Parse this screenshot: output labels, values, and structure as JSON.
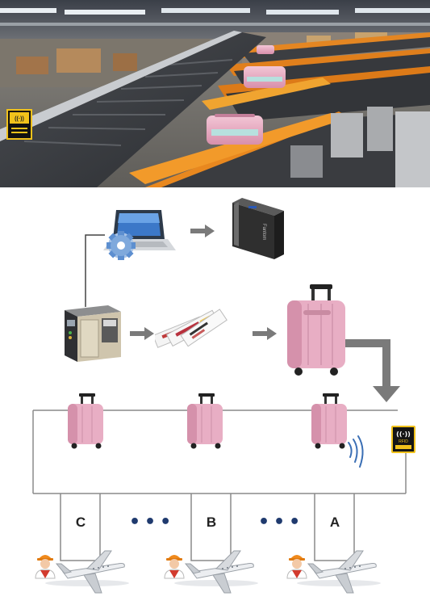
{
  "gates": [
    {
      "label": "C"
    },
    {
      "label": "B"
    },
    {
      "label": "A"
    }
  ],
  "separator": "•••",
  "printed_text": {
    "rfid_tag": "RFID",
    "storage_brand": "Fantom"
  },
  "icons": {
    "photo": "airport-baggage-conveyor-photo",
    "computer": "laptop-with-gear-icon",
    "storage": "external-hard-drive-icon",
    "printer": "label-printer-icon",
    "tags": "rfid-baggage-tags-icon",
    "suitcase": "pink-suitcase-icon",
    "reader": "rfid-reader-icon",
    "worker": "airport-worker-icon",
    "airplane": "airplane-icon"
  },
  "colors": {
    "suitcase": "#e8aec4",
    "arrow": "#7a7a7a",
    "conveyor_line": "#8a8a8a",
    "rfid_tag": "#f1c21b",
    "signal": "#3b6fb5",
    "belt": "#f08a1c",
    "dots": "#1f3a6e"
  }
}
